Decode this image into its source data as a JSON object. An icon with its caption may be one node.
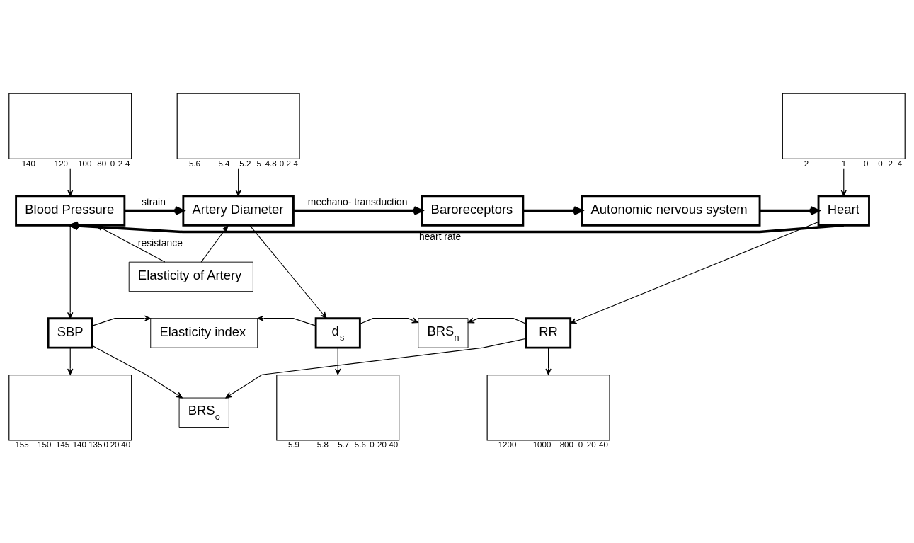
{
  "diagram": {
    "nodes": [
      {
        "text": [],
        "shape": "box",
        "beside": [
          "140",
          "120",
          "100",
          "80",
          "0",
          "2",
          "4"
        ]
      },
      {
        "text": [],
        "shape": "box",
        "beside": [
          "5.6",
          "5.4",
          "5.2",
          "5",
          "4.8",
          "0",
          "2",
          "4"
        ]
      },
      {
        "text": [],
        "shape": "box",
        "beside": [
          "2",
          "1",
          "0",
          "0",
          "2",
          "4"
        ]
      },
      {
        "text": [
          "Blood Pressure"
        ]
      },
      {
        "text": [
          "Artery Diameter"
        ]
      },
      {
        "text": [
          "Baroreceptors"
        ]
      },
      {
        "text": [
          "Autonomic nervous system"
        ]
      },
      {
        "text": [
          "Heart"
        ]
      },
      {
        "text": [
          "Elasticity of Artery"
        ]
      },
      {
        "text": [
          "SBP"
        ]
      },
      {
        "text": [
          "Elasticity index"
        ]
      },
      {
        "text": [
          "d$_{s}$"
        ]
      },
      {
        "text": [
          "BRS$_{n}$"
        ]
      },
      {
        "text": [
          "RR"
        ]
      },
      {
        "text": [
          "BRS$_{o}$"
        ]
      },
      {
        "text": [],
        "shape": "box",
        "beside": [
          "155",
          "150",
          "145",
          "140",
          "135",
          "0",
          "20",
          "40"
        ]
      },
      {
        "text": [],
        "shape": "box",
        "beside": [
          "5.9",
          "5.8",
          "5.7",
          "5.6",
          "0",
          "20",
          "40"
        ]
      },
      {
        "text": [],
        "shape": "box",
        "beside": [
          "1200",
          "1000",
          "800",
          "0",
          "20",
          "40"
        ]
      }
    ],
    "edges": [
      {
        "from": 0,
        "to": 3,
        "arrow": "to"
      },
      {
        "from": 1,
        "to": 4,
        "arrow": "to"
      },
      {
        "from": 2,
        "to": 7,
        "arrow": "to"
      },
      {
        "from": 3,
        "to": 4,
        "arrow": "to",
        "label": "strain",
        "style": "thick"
      },
      {
        "from": 4,
        "to": 5,
        "arrow": "to",
        "label": "mechano- transduction",
        "style": "thick"
      },
      {
        "from": 5,
        "to": 6,
        "arrow": "to",
        "style": "thick"
      },
      {
        "from": 6,
        "to": 7,
        "arrow": "to",
        "style": "thick"
      },
      {
        "from": 7,
        "to": 3,
        "arrow": "to",
        "label": "heart rate",
        "style": "thick"
      },
      {
        "from": 8,
        "to": 3,
        "arrow": "to",
        "label": "resistance"
      },
      {
        "from": 8,
        "to": 4,
        "arrow": "to"
      },
      {
        "from": 3,
        "to": 9,
        "arrow": "to"
      },
      {
        "from": 4,
        "to": 11,
        "arrow": "to"
      },
      {
        "from": 7,
        "to": 13,
        "arrow": "to"
      },
      {
        "from": 9,
        "to": 10,
        "arrow": "to"
      },
      {
        "from": 11,
        "to": 10,
        "arrow": "to"
      },
      {
        "from": 11,
        "to": 12,
        "arrow": "to"
      },
      {
        "from": 13,
        "to": 12,
        "arrow": "to"
      },
      {
        "from": 9,
        "to": 14,
        "arrow": "to"
      },
      {
        "from": 13,
        "to": 14,
        "arrow": "to"
      },
      {
        "from": 9,
        "to": 15,
        "arrow": "to"
      },
      {
        "from": 11,
        "to": 16,
        "arrow": "to"
      },
      {
        "from": 13,
        "to": 17,
        "arrow": "to"
      }
    ]
  }
}
